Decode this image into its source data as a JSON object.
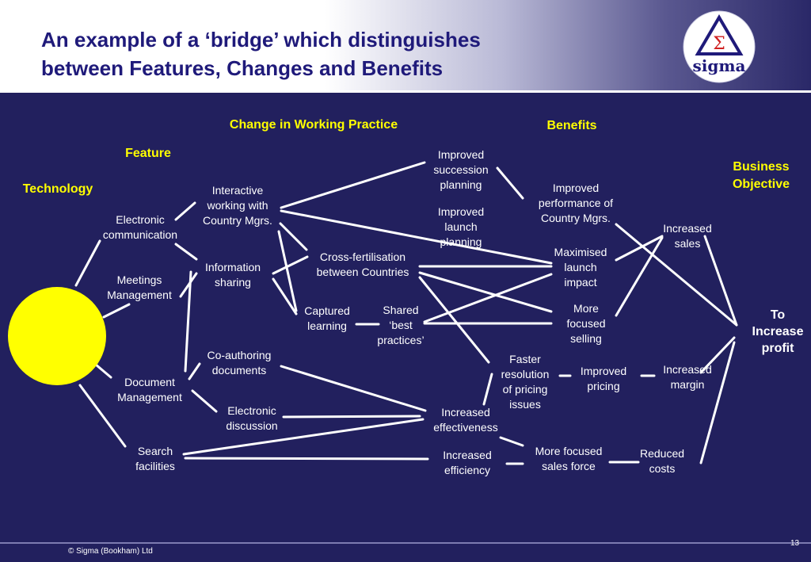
{
  "title": {
    "line1": "An example of a ‘bridge’ which distinguishes",
    "line2": "between Features, Changes and Benefits"
  },
  "logo": {
    "symbol": "Σ",
    "text": "sigma"
  },
  "headers": {
    "technology": "Technology",
    "feature": "Feature",
    "change": "Change in Working Practice",
    "benefits": "Benefits",
    "business_objective": "Business\nObjective"
  },
  "nodes": {
    "electronic_communication": "Electronic\ncommunication",
    "meetings_management": "Meetings\nManagement",
    "document_management": "Document\nManagement",
    "search_facilities": "Search\nfacilities",
    "interactive_working": "Interactive\nworking with\nCountry Mgrs.",
    "information_sharing": "Information\nsharing",
    "co_authoring": "Co-authoring\ndocuments",
    "electronic_discussion": "Electronic\ndiscussion",
    "captured_learning": "Captured\nlearning",
    "improved_succession": "Improved\nsuccession\nplanning",
    "improved_launch": "Improved\nlaunch\nplanning",
    "cross_fertilisation": "Cross-fertilisation\nbetween Countries",
    "shared_practices": "Shared\n‘best\npractices’",
    "increased_effectiveness": "Increased\neffectiveness",
    "increased_efficiency": "Increased\nefficiency",
    "faster_resolution": "Faster\nresolution\nof pricing\nissues",
    "improved_performance": "Improved\nperformance of\nCountry Mgrs.",
    "maximised_launch": "Maximised\nlaunch\nimpact",
    "more_focused_selling": "More\nfocused\nselling",
    "improved_pricing": "Improved\npricing",
    "more_focused_sales_force": "More focused\nsales force",
    "increased_sales": "Increased\nsales",
    "increased_margin": "Increased\nmargin",
    "reduced_costs": "Reduced\ncosts",
    "to_increase_profit": "To\nIncrease\nprofit"
  },
  "footer": {
    "copyright": "© Sigma (Bookham) Ltd",
    "page_number": "13"
  },
  "colors": {
    "background": "#22205e",
    "title": "#1f1a7a",
    "header_text": "#ffff00",
    "node_text": "#ffffff",
    "sun": "#ffff00"
  }
}
